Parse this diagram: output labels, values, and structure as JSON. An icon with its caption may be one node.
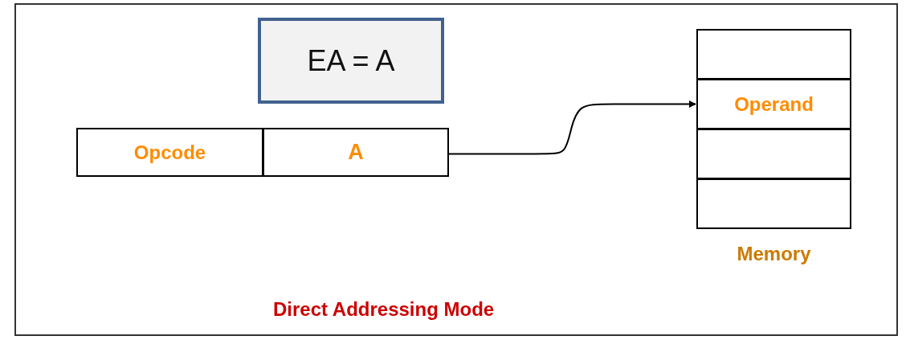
{
  "diagram": {
    "caption": "Direct Addressing Mode",
    "nodes": [
      {
        "text": [
          "EA = A"
        ]
      },
      {
        "text": [
          "Opcode"
        ]
      },
      {
        "text": [
          "A"
        ]
      },
      {
        "text": [
          "Memory"
        ]
      },
      {
        "text": [],
        "shape": "box",
        "in": 3
      },
      {
        "text": [
          "Operand"
        ],
        "in": 3
      },
      {
        "text": [],
        "shape": "box",
        "in": 3
      },
      {
        "text": [],
        "shape": "box",
        "in": 3
      }
    ],
    "edges": [
      {
        "from": 2,
        "to": 5,
        "arrow": "to"
      }
    ]
  }
}
